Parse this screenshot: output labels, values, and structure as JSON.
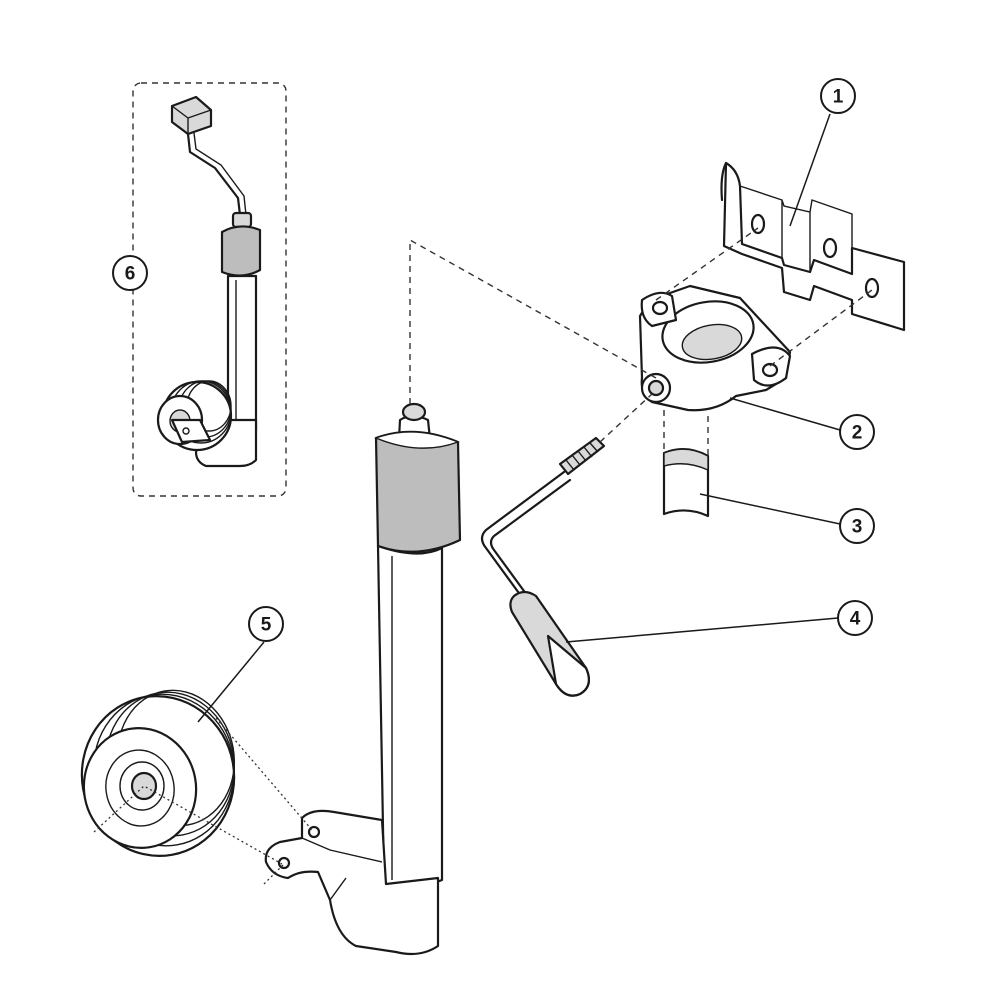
{
  "callouts": [
    {
      "id": "1",
      "label": "1"
    },
    {
      "id": "2",
      "label": "2"
    },
    {
      "id": "3",
      "label": "3"
    },
    {
      "id": "4",
      "label": "4"
    },
    {
      "id": "5",
      "label": "5"
    },
    {
      "id": "6",
      "label": "6"
    }
  ],
  "colors": {
    "line": "#1a1a1a",
    "shade": "#d9d9d9",
    "background": "#ffffff"
  }
}
